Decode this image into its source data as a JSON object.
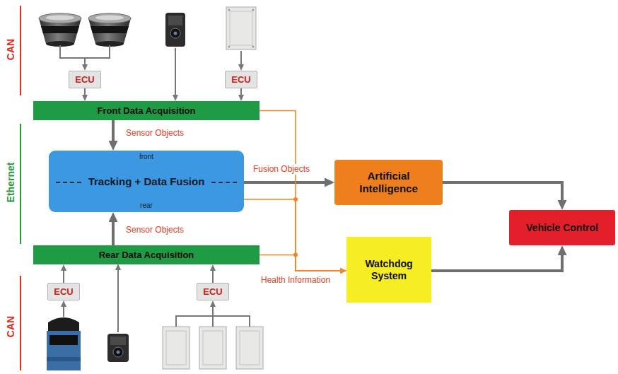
{
  "diagram": {
    "nodes": [
      {
        "text": [
          "ECU"
        ]
      },
      {
        "text": [
          "ECU"
        ]
      },
      {
        "text": [
          "Front Data Acquisition"
        ]
      },
      {
        "text": [
          "front",
          "Tracking + Data Fusion",
          "rear"
        ]
      },
      {
        "text": [
          "Artificial Intelligence"
        ]
      },
      {
        "text": [
          "Vehicle Control"
        ]
      },
      {
        "text": [
          "Rear Data Acquisition"
        ]
      },
      {
        "text": [
          "Watchdog System"
        ]
      },
      {
        "text": [
          "ECU"
        ]
      },
      {
        "text": [
          "ECU"
        ]
      }
    ],
    "edges": [
      {
        "from": 0,
        "to": 2,
        "arrow": "to"
      },
      {
        "from": 1,
        "to": 2,
        "arrow": "to"
      },
      {
        "from": 2,
        "to": 3,
        "arrow": "to",
        "label": "Sensor Objects"
      },
      {
        "from": 6,
        "to": 3,
        "arrow": "to",
        "label": "Sensor Objects"
      },
      {
        "from": 3,
        "to": 4,
        "arrow": "to",
        "label": "Fusion Objects"
      },
      {
        "from": 4,
        "to": 5,
        "arrow": "to"
      },
      {
        "from": 7,
        "to": 5,
        "arrow": "to"
      },
      {
        "from": 2,
        "to": 7,
        "arrow": "to"
      },
      {
        "from": 3,
        "to": 7,
        "arrow": "to"
      },
      {
        "from": 6,
        "to": 7,
        "arrow": "to",
        "label": "Health Information"
      },
      {
        "from": 8,
        "to": 6,
        "arrow": "to"
      },
      {
        "from": 9,
        "to": 6,
        "arrow": "to"
      }
    ],
    "labels": [
      "CAN",
      "Ethernet",
      "CAN"
    ]
  }
}
